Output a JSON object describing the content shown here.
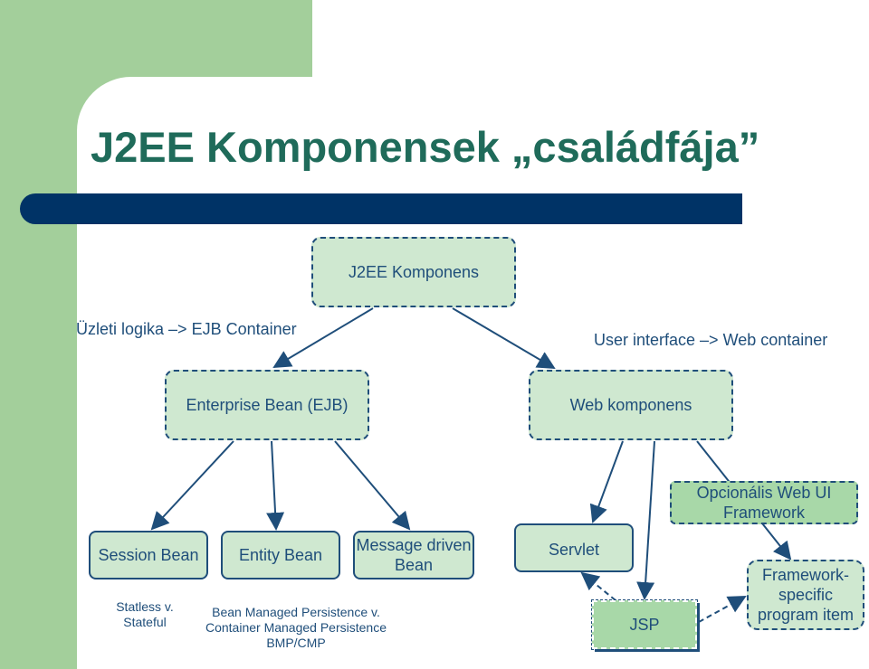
{
  "slide": {
    "title": "J2EE Komponensek „családfája”"
  },
  "nodes": {
    "root": "J2EE Komponens",
    "ejb": "Enterprise Bean (EJB)",
    "web": "Web komponens",
    "session": "Session Bean",
    "entity": "Entity Bean",
    "message": "Message driven Bean",
    "servlet": "Servlet",
    "jsp": "JSP",
    "optional": "Opcionális Web UI Framework",
    "framework_item": "Framework-specific program item"
  },
  "labels": {
    "business_logic": "Üzleti logika –> EJB Container",
    "user_interface": "User interface –> Web container",
    "session_note": "Statless v. Stateful",
    "entity_note_line1": "Bean Managed Persistence v.",
    "entity_note_line2": "Container Managed Persistence",
    "entity_note_line3": "BMP/CMP"
  },
  "colors": {
    "accent_green": "#a3cf9b",
    "title_bar": "#003366",
    "title_text": "#1f6b5a",
    "node_text": "#1f4e7a",
    "node_fill": "#cfe8d0"
  }
}
